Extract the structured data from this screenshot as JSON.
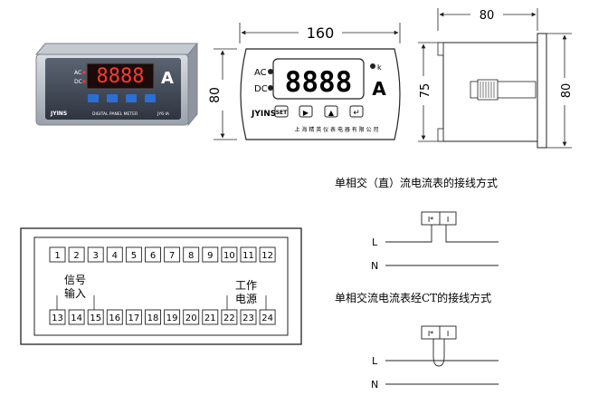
{
  "photo": {
    "readout": "8888",
    "unit": "A",
    "ac_label": "AC",
    "dc_label": "DC",
    "brand": "JYINS",
    "model_line": "DIGITAL PANEL METER",
    "model_code": "JY6-IA"
  },
  "front": {
    "width_dim": "160",
    "height_dim": "80",
    "readout": "8888",
    "unit": "A",
    "ac_label": "AC",
    "dc_label": "DC",
    "k_label": "k",
    "brand": "JYINS",
    "company": "上 海 精 英 仪 表 电 器 有 限 公 司",
    "buttons": {
      "set": "SET",
      "right": "▶",
      "up": "▲",
      "enter": "↵"
    }
  },
  "side": {
    "depth_dim": "80",
    "body_height_dim": "75",
    "panel_height_dim": "80"
  },
  "terminals": {
    "top_row": [
      "1",
      "2",
      "3",
      "4",
      "5",
      "6",
      "7",
      "8",
      "9",
      "10",
      "11",
      "12"
    ],
    "bottom_row": [
      "13",
      "14",
      "15",
      "16",
      "17",
      "18",
      "19",
      "20",
      "21",
      "22",
      "23",
      "24"
    ],
    "signal_label_1": "信号",
    "signal_label_2": "输入",
    "power_label_1": "工作",
    "power_label_2": "电源"
  },
  "wiring1": {
    "title": "单相交（直）流电流表的接线方式",
    "box_left": "I*",
    "box_right": "I",
    "line_l": "L",
    "line_n": "N"
  },
  "wiring2": {
    "title": "单相交流电流表经CT的接线方式",
    "box_left": "I*",
    "box_right": "I",
    "line_l": "L",
    "line_n": "N"
  }
}
